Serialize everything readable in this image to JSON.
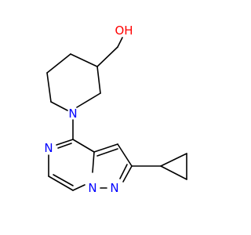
{
  "atoms": {
    "hydroxyl": {
      "text": "OH",
      "color": "#ff0000"
    },
    "piperidine_n": {
      "text": "N",
      "color": "#0000ff"
    },
    "pyrazine_n": {
      "text": "N",
      "color": "#0000ff"
    },
    "bridgehead_n": {
      "text": "N",
      "color": "#0000ff"
    },
    "pyrazole_n": {
      "text": "N",
      "color": "#0000ff"
    }
  }
}
